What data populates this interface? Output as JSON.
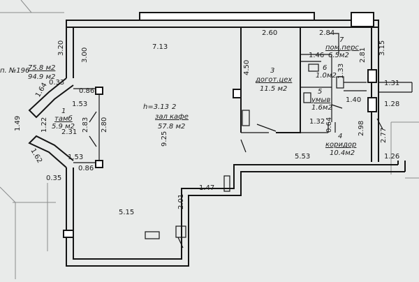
{
  "plan": {
    "header_note": "п. №196",
    "area_total": "75.8 м2",
    "area_total_alt": "94.9 м2",
    "ceiling_height": "h=3.13"
  },
  "rooms": [
    {
      "number": "1",
      "name": "тамб",
      "area": "5.9 м2"
    },
    {
      "number": "2",
      "name": "зал кафе",
      "area": "57.8 м2"
    },
    {
      "number": "3",
      "name": "догот.цех",
      "area": "11.5 м2"
    },
    {
      "number": "4",
      "name": "коридор",
      "area": "10.4м2"
    },
    {
      "number": "5",
      "name": "умыв",
      "area": "1.6м2"
    },
    {
      "number": "6",
      "name": "",
      "area": "1.0м2"
    },
    {
      "number": "7",
      "name": "пом.перс",
      "area": "6.5м2"
    }
  ],
  "dimensions": [
    "7.13",
    "2.60",
    "2.84",
    "3.20",
    "3.00",
    "4.50",
    "1.46",
    "2.81",
    "3.15",
    "1.33",
    "1.31",
    "0.33",
    "0.86",
    "1.64",
    "1.53",
    "1.40",
    "1.28",
    "1.22",
    "2.31",
    "2.83",
    "2.80",
    "1.32",
    "0.64",
    "2.98",
    "2.77",
    "1.49",
    "1.62",
    "1.53",
    "0.86",
    "0.35",
    "9.25",
    "5.53",
    "1.26",
    "1.47",
    "2.01",
    "5.15"
  ]
}
